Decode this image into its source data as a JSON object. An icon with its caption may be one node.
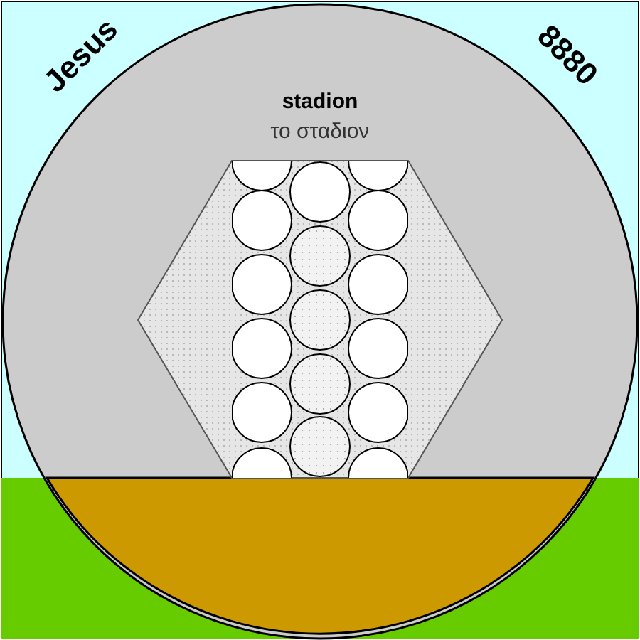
{
  "diagram": {
    "labels": [
      "Jesus",
      "8880",
      "stadion",
      "το σταδιον"
    ]
  }
}
